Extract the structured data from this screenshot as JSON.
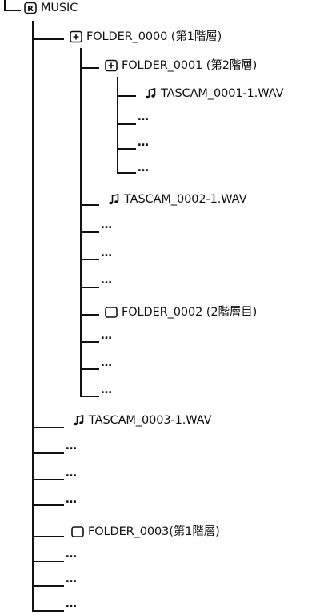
{
  "tree": {
    "root": {
      "label": "MUSIC",
      "icon": "root-drive-icon"
    },
    "folder_0000": {
      "label": "FOLDER_0000 (第1階層)",
      "icon": "folder-expand-icon"
    },
    "folder_0001": {
      "label": "FOLDER_0001 (第2階層)",
      "icon": "folder-expand-icon"
    },
    "file_0001": {
      "label": "TASCAM_0001-1.WAV",
      "icon": "music-note-icon"
    },
    "file_0002": {
      "label": "TASCAM_0002-1.WAV",
      "icon": "music-note-icon"
    },
    "folder_0002": {
      "label": "FOLDER_0002 (2階層目)",
      "icon": "folder-empty-icon"
    },
    "file_0003": {
      "label": "TASCAM_0003-1.WAV",
      "icon": "music-note-icon"
    },
    "folder_0003": {
      "label": "FOLDER_0003(第1階層)",
      "icon": "folder-empty-icon"
    },
    "ellipsis": "…"
  }
}
